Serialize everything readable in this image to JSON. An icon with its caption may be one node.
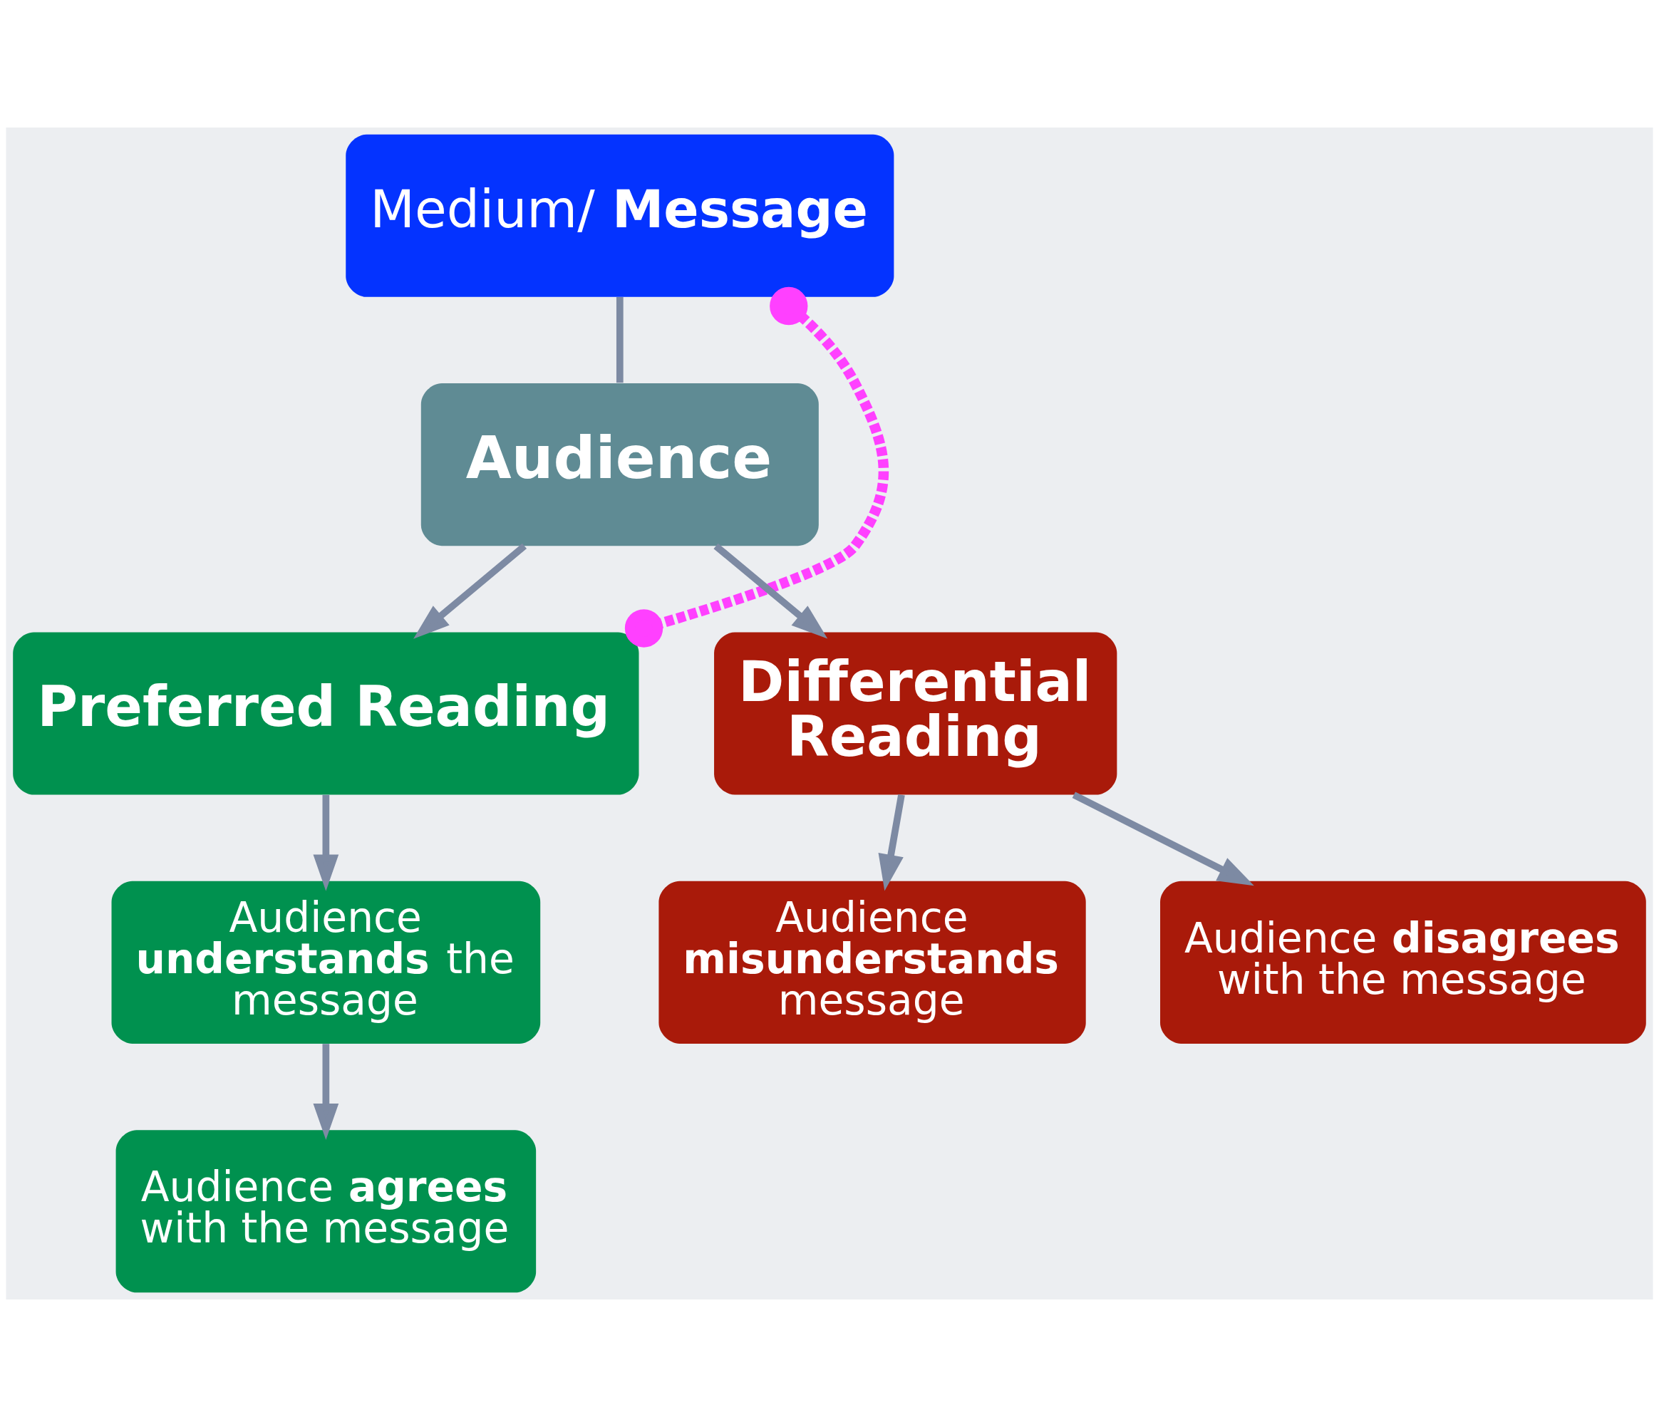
{
  "diagram": {
    "nodes": [
      {
        "text": [
          "Medium/ **Message**"
        ]
      },
      {
        "text": [
          "Audience"
        ]
      },
      {
        "text": [
          "Preferred Reading"
        ]
      },
      {
        "text": [
          "Differential Reading"
        ]
      },
      {
        "text": [
          "Audience **understands** the message"
        ]
      },
      {
        "text": [
          "Audience **misunderstands** message"
        ]
      },
      {
        "text": [
          "Audience **disagrees** with the message"
        ]
      },
      {
        "text": [
          "Audience **agrees** with the message"
        ]
      }
    ],
    "edges": [
      {
        "from": 0,
        "to": 1,
        "arrow": "none"
      },
      {
        "from": 1,
        "to": 2,
        "arrow": "to"
      },
      {
        "from": 1,
        "to": 3,
        "arrow": "to"
      },
      {
        "from": 0,
        "to": 2,
        "arrow": "other",
        "style": "dashed",
        "color": "#ff40ff"
      },
      {
        "from": 2,
        "to": 4,
        "arrow": "to"
      },
      {
        "from": 3,
        "to": 5,
        "arrow": "to"
      },
      {
        "from": 3,
        "to": 6,
        "arrow": "to"
      },
      {
        "from": 4,
        "to": 7,
        "arrow": "to"
      }
    ]
  }
}
